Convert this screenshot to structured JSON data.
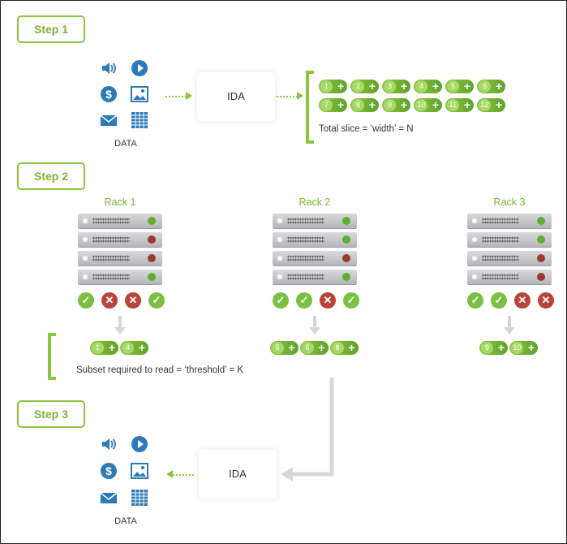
{
  "steps": {
    "step1": "Step 1",
    "step2": "Step 2",
    "step3": "Step 3"
  },
  "ida_label": "IDA",
  "data_label": "DATA",
  "plus": "+",
  "slices_step1": [
    "1",
    "2",
    "3",
    "4",
    "5",
    "6",
    "7",
    "8",
    "9",
    "10",
    "11",
    "12"
  ],
  "width_caption": "Total slice = ‘width’ = N",
  "threshold_caption": "Subset required to read = ‘threshold’ = K",
  "racks": [
    {
      "title": "Rack 1",
      "servers": [
        "ok",
        "bad",
        "bad",
        "ok"
      ],
      "slices": [
        "1",
        "4"
      ]
    },
    {
      "title": "Rack 2",
      "servers": [
        "ok",
        "ok",
        "bad",
        "ok"
      ],
      "slices": [
        "5",
        "6",
        "8"
      ]
    },
    {
      "title": "Rack 3",
      "servers": [
        "ok",
        "ok",
        "bad",
        "bad"
      ],
      "slices": [
        "9",
        "10"
      ]
    }
  ],
  "symbols": {
    "check": "✓",
    "cross": "✕"
  },
  "colors": {
    "accent": "#8cc63f",
    "ok": "#7cc043",
    "bad": "#b8443a",
    "icon_blue": "#2e7ab8",
    "arrow_gray": "#d6d7d9"
  },
  "icons": [
    "speaker-icon",
    "play-icon",
    "dollar-icon",
    "image-icon",
    "mail-icon",
    "table-icon"
  ]
}
